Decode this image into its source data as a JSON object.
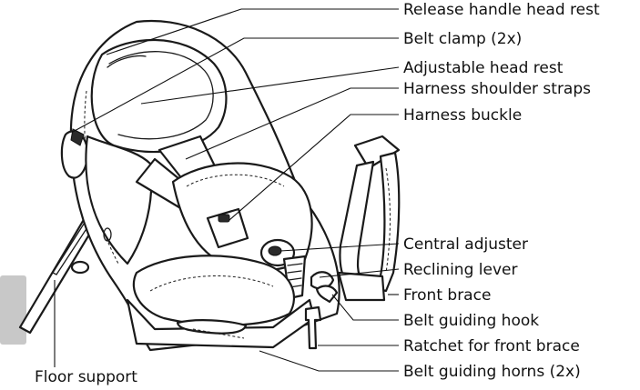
{
  "labels": {
    "release_handle_head_rest": "Release handle head rest",
    "belt_clamp": "Belt clamp (2x)",
    "adjustable_head_rest": "Adjustable head rest",
    "harness_shoulder_straps": "Harness shoulder straps",
    "harness_buckle": "Harness buckle",
    "central_adjuster": "Central adjuster",
    "reclining_lever": "Reclining lever",
    "front_brace": "Front brace",
    "belt_guiding_hook": "Belt guiding hook",
    "ratchet_for_front_brace": "Ratchet for front brace",
    "belt_guiding_horns": "Belt guiding horns (2x)",
    "floor_support": "Floor support"
  }
}
